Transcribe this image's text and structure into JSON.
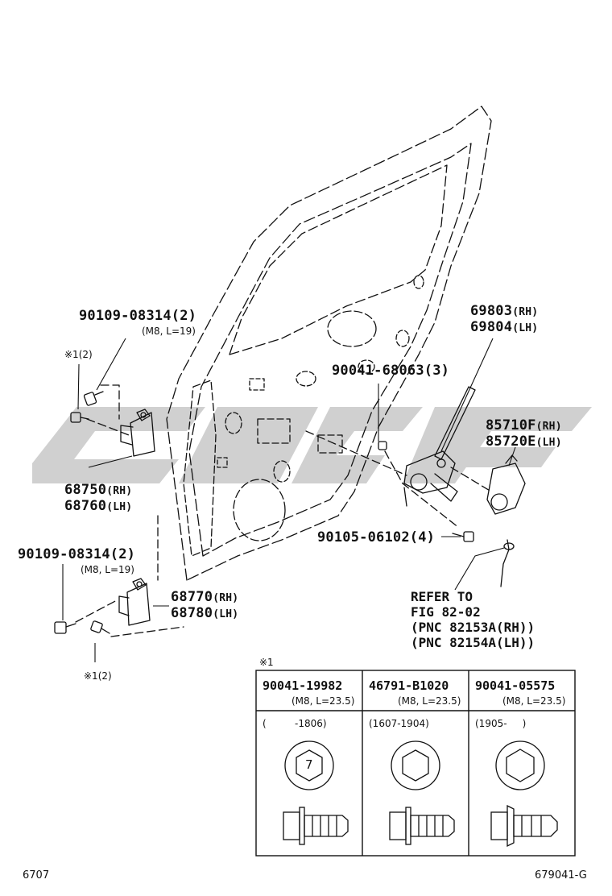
{
  "watermark": {
    "color": "#c8c8c8"
  },
  "callouts": {
    "bolt_upper": {
      "part": "90109-08314",
      "qty": "(2)",
      "spec": "(M8, L=19)"
    },
    "note_upper": {
      "text": "※1(2)"
    },
    "hinge_upper": {
      "rh": "68750",
      "lh": "68760",
      "rh_tag": "(RH)",
      "lh_tag": "(LH)"
    },
    "bolt_lower": {
      "part": "90109-08314",
      "qty": "(2)",
      "spec": "(M8, L=19)"
    },
    "hinge_lower": {
      "rh": "68770",
      "lh": "68780",
      "rh_tag": "(RH)",
      "lh_tag": "(LH)"
    },
    "note_lower": {
      "text": "※1(2)"
    },
    "bolt_regulator": {
      "part": "90041-68063",
      "qty": "(3)"
    },
    "regulator": {
      "rh": "69803",
      "lh": "69804",
      "rh_tag": "(RH)",
      "lh_tag": "(LH)"
    },
    "motor": {
      "rh": "85710F",
      "lh": "85720E",
      "rh_tag": "(RH)",
      "lh_tag": "(LH)"
    },
    "bolt_motor": {
      "part": "90105-06102",
      "qty": "(4)"
    },
    "refer": {
      "line1": "REFER TO",
      "line2": "FIG 82-02",
      "line3": "(PNC 82153A(RH))",
      "line4": "(PNC 82154A(LH))"
    }
  },
  "table": {
    "note_mark": "※1",
    "columns": [
      {
        "part": "90041-19982",
        "spec": "(M8, L=23.5)",
        "range_open": "(",
        "range_value": "-1806)",
        "nut_label": "7"
      },
      {
        "part": "46791-B1020",
        "spec": "(M8, L=23.5)",
        "range_open": "",
        "range_value": "(1607-1904)",
        "nut_label": ""
      },
      {
        "part": "90041-05575",
        "spec": "(M8, L=23.5)",
        "range_open": "",
        "range_value": "(1905-     )",
        "nut_label": ""
      }
    ]
  },
  "footer": {
    "left": "6707",
    "right": "679041-G"
  }
}
